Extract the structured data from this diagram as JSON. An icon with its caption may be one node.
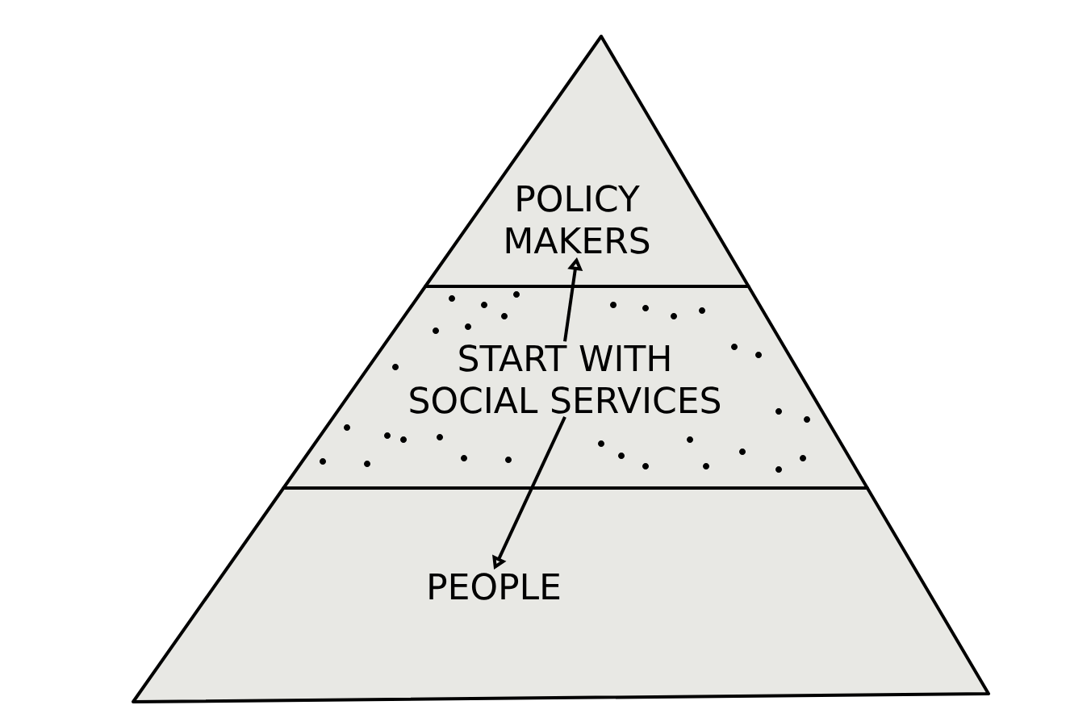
{
  "diagram": {
    "nodes": [
      {
        "text": [
          "POLICY MAKERS"
        ]
      },
      {
        "text": [
          "START WITH SOCIAL SERVICES"
        ]
      },
      {
        "text": [
          "PEOPLE"
        ]
      }
    ],
    "edges": [
      {
        "from": 1,
        "to": 0,
        "arrow": "to"
      },
      {
        "from": 1,
        "to": 2,
        "arrow": "to"
      }
    ]
  }
}
